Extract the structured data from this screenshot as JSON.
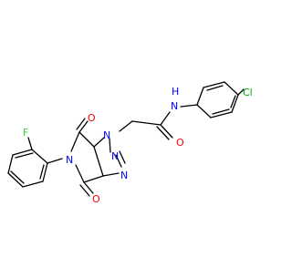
{
  "molecule": {
    "atoms": {
      "N_amide": "N",
      "H_amide": "H",
      "Cl": "Cl",
      "O_amide": "O",
      "F": "F",
      "O_top": "O",
      "O_bottom": "O",
      "N_imide": "N",
      "N_triazole_1": "N",
      "N_triazole_2": "N",
      "N_triazole_3": "N"
    },
    "colors": {
      "bond": "#000000",
      "nitrogen": "#0000ff",
      "oxygen": "#ff0000",
      "chlorine": "#00aa00",
      "fluorine": "#33cc33"
    }
  }
}
